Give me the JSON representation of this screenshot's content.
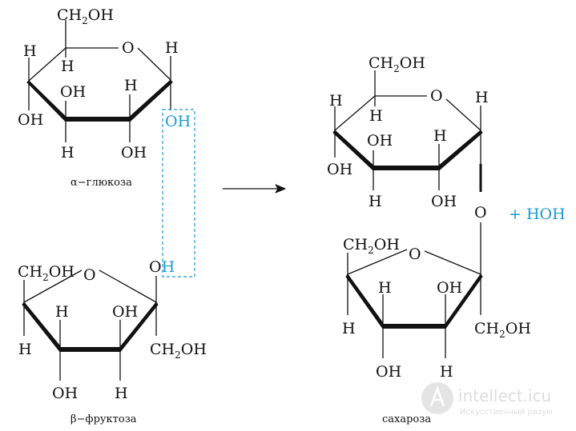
{
  "glucose": {
    "ch2oh": "CH",
    "ch2oh_sub": "2",
    "ch2oh_tail": "OH",
    "ring_o": "O",
    "h_left_top": "H",
    "h_c5": "H",
    "h_anomeric": "H",
    "oh_left": "OH",
    "oh_c3": "OH",
    "h_c2": "H",
    "oh_anomeric": "OH",
    "h_c3_down": "H",
    "oh_c2_down": "OH",
    "caption": "α−глюкоза"
  },
  "fructose": {
    "ch2oh": "CH",
    "ch2oh_sub": "2",
    "ch2oh_tail": "OH",
    "ring_o": "O",
    "oh_top_o": "O",
    "oh_top_h": "H",
    "h_c3": "H",
    "oh_c2": "OH",
    "h_left": "H",
    "ch2oh_right": "CH",
    "ch2oh_right_sub": "2",
    "ch2oh_right_tail": "OH",
    "oh_bottom": "OH",
    "h_bottom": "H",
    "caption": "β−фруктоза"
  },
  "sucrose": {
    "g_ch2oh": "CH",
    "g_ch2oh_sub": "2",
    "g_ch2oh_tail": "OH",
    "g_ring_o": "O",
    "g_h_left_top": "H",
    "g_h_c5": "H",
    "g_h_anomeric": "H",
    "g_oh_left": "OH",
    "g_oh_c3": "OH",
    "g_h_c2": "H",
    "g_h_c3_down": "H",
    "g_oh_c2_down": "OH",
    "bridge_o": "O",
    "f_ch2oh": "CH",
    "f_ch2oh_sub": "2",
    "f_ch2oh_tail": "OH",
    "f_ring_o": "O",
    "f_h_c3": "H",
    "f_oh_c2": "OH",
    "f_h_left": "H",
    "f_ch2oh_right": "CH",
    "f_ch2oh_right_sub": "2",
    "f_ch2oh_right_tail": "OH",
    "f_oh_bottom": "OH",
    "f_h_bottom": "H",
    "caption": "сахароза"
  },
  "byproduct": "+ HOH",
  "colors": {
    "highlight": "#1a9ad6",
    "ink": "#111111"
  },
  "watermark": {
    "name": "intellect.icu",
    "tagline": "Искусственный разум"
  }
}
